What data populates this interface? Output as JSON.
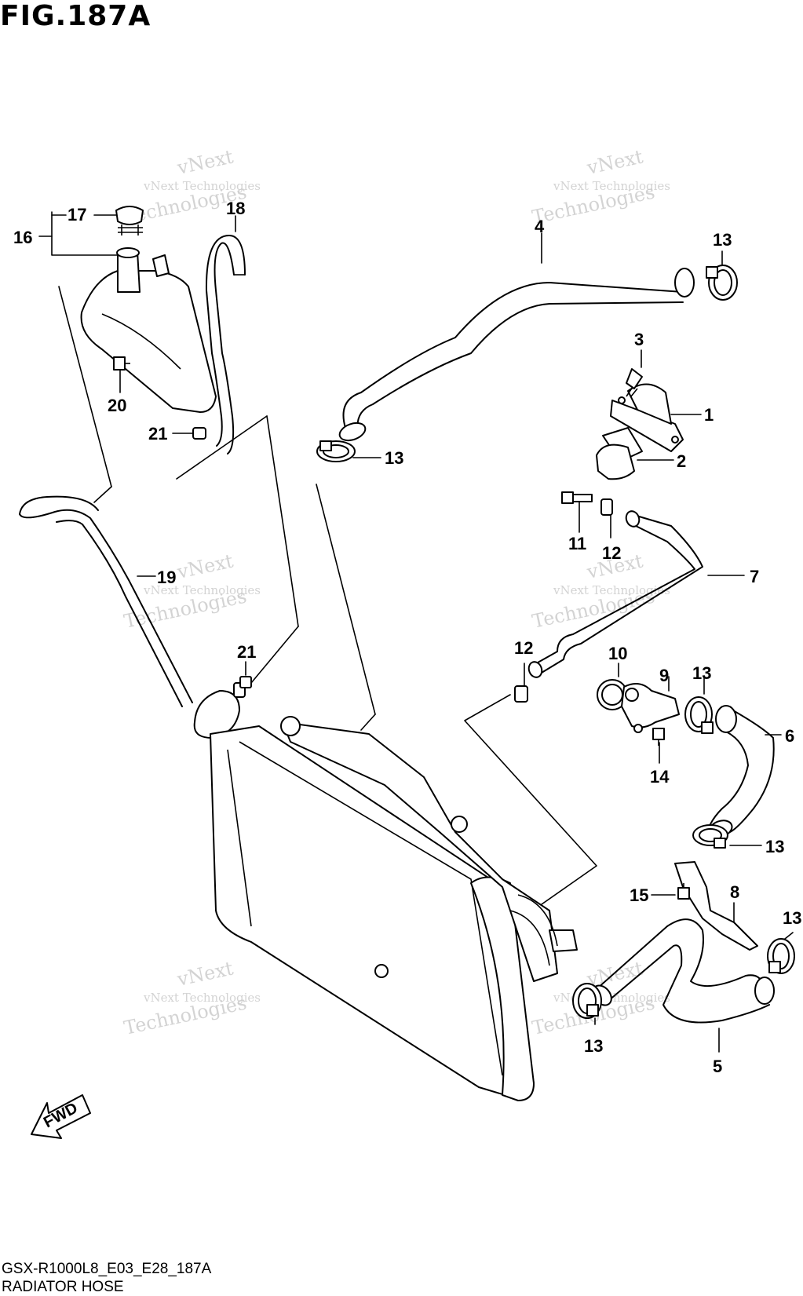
{
  "title": "FIG.187A",
  "footer": {
    "code": "GSX-R1000L8_E03_E28_187A",
    "name": "RADIATOR HOSE"
  },
  "fwd_label": "FWD",
  "watermark": {
    "line1": "vNext Technologies",
    "line2": "Technologies",
    "line3": "vNext"
  },
  "callouts": [
    "17",
    "16",
    "18",
    "20",
    "21",
    "19",
    "21",
    "4",
    "13",
    "3",
    "1",
    "2",
    "13",
    "11",
    "12",
    "7",
    "12",
    "10",
    "9",
    "13",
    "6",
    "14",
    "13",
    "15",
    "8",
    "13",
    "13",
    "5"
  ]
}
